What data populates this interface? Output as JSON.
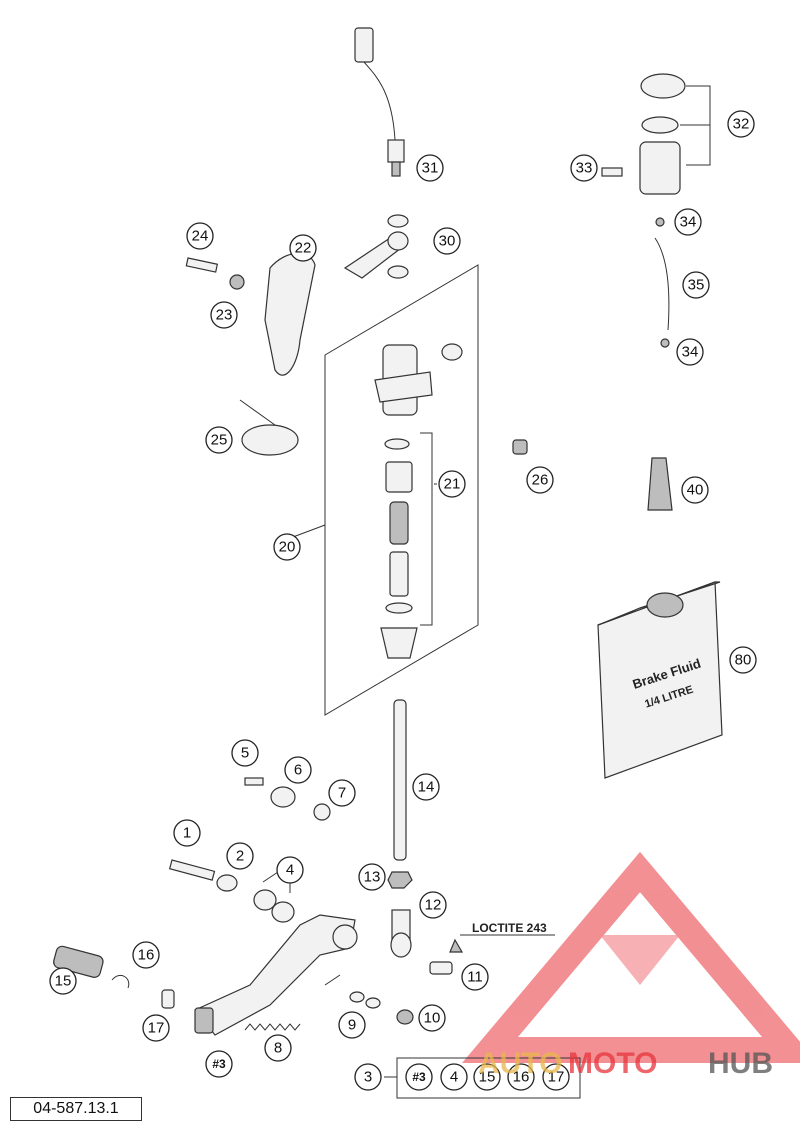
{
  "diagram": {
    "code": "04-587.13.1",
    "loctite_label": "LOCTITE 243",
    "bottle_text_line1": "Brake Fluid",
    "bottle_text_line2": "1/4 LITRE",
    "set_label": "3",
    "set_contents": [
      "#3",
      "4",
      "15",
      "16",
      "17"
    ],
    "callouts": {
      "c31": "31",
      "c32": "32",
      "c33": "33",
      "c34a": "34",
      "c35": "35",
      "c34b": "34",
      "c24": "24",
      "c22": "22",
      "c30": "30",
      "c23": "23",
      "c25": "25",
      "c21": "21",
      "c26": "26",
      "c40": "40",
      "c20": "20",
      "c80": "80",
      "c5": "5",
      "c6": "6",
      "c7": "7",
      "c14": "14",
      "c1": "1",
      "c2": "2",
      "c4": "4",
      "c13": "13",
      "c12": "12",
      "c16": "16",
      "c15": "15",
      "c11": "11",
      "c17": "17",
      "c9": "9",
      "c10": "10",
      "c8": "8",
      "c3ref": "#3"
    }
  },
  "watermark": {
    "part1": "AUTO",
    "part2": "MOTO",
    "part3": "HUB",
    "color_main": "#e8343c",
    "color_dark": "#555555",
    "color_gold": "#e8b84a"
  }
}
